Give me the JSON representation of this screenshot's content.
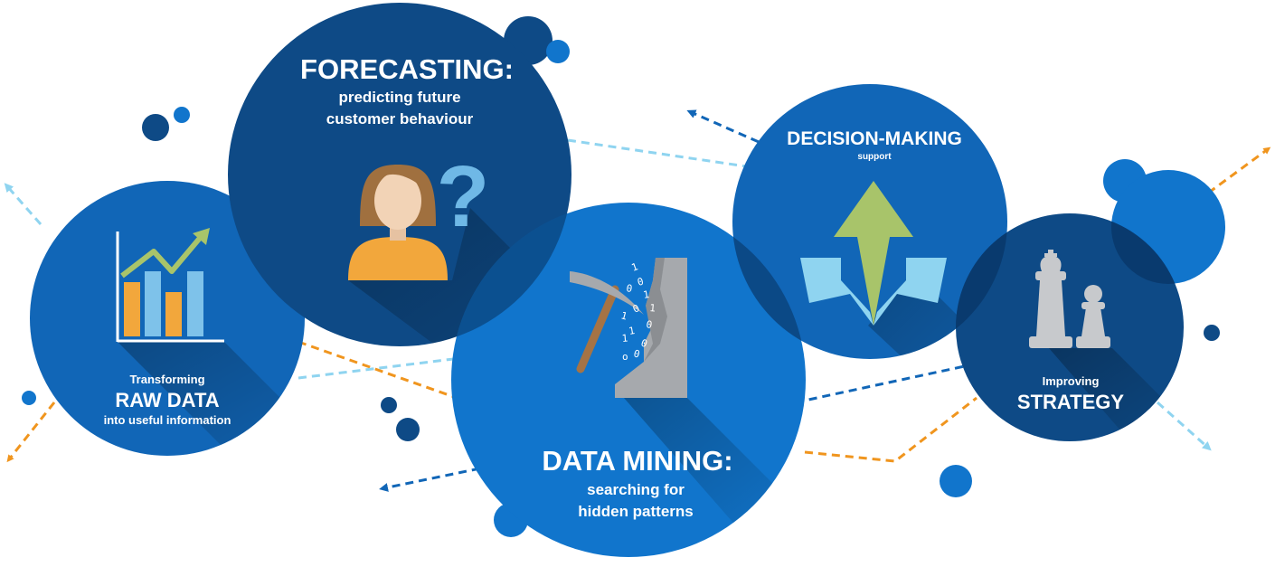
{
  "colors": {
    "dark_blue": "#0e4a86",
    "mid_blue": "#1166b7",
    "bright_blue": "#1175cc",
    "deep_blue": "#07315f",
    "orange_arrow": "#f0951e",
    "light_blue_arrow": "#8fd4f0",
    "orange_bar": "#f2a73c",
    "light_blue_bar": "#7ec2ea",
    "green_line": "#a8c46a",
    "skin": "#f2d3b6",
    "hair": "#a0703f",
    "question_mark": "#6fb8e6",
    "stone_gray": "#a6a9ad",
    "pick_handle": "#a57345",
    "chess_gray": "#c7c9cc"
  },
  "circles": {
    "raw_data": {
      "line1": "Transforming",
      "line2": "RAW DATA",
      "line3": "into useful information",
      "icon": "bar-chart-rising-icon"
    },
    "forecasting": {
      "title": "FORECASTING:",
      "line1": "predicting future",
      "line2": "customer behaviour",
      "icon": "person-question-icon"
    },
    "data_mining": {
      "title": "DATA MINING:",
      "line1": "searching for",
      "line2": "hidden patterns",
      "icon": "pickaxe-binary-icon",
      "digits": [
        "1",
        "0",
        "1",
        "0",
        "1",
        "0",
        "1",
        "0",
        "1",
        "0",
        "1",
        "0",
        "o"
      ]
    },
    "decision_making": {
      "title": "DECISION-MAKING",
      "line1": "support",
      "icon": "branching-arrows-icon"
    },
    "strategy": {
      "line1": "Improving",
      "line2": "STRATEGY",
      "icon": "chess-king-pawn-icon"
    }
  }
}
